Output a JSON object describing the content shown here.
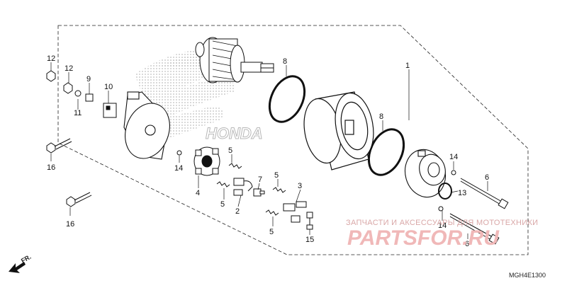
{
  "diagram_code": "MGH4E1300",
  "front_marker": "FR.",
  "watermark": {
    "line1": "ЗАПЧАСТИ И АКСЕССУАРЫ ДЛЯ МОТОТЕХНИКИ",
    "brand": "PARTSFOR.RU"
  },
  "logo_text": "HONDA",
  "callouts": [
    "1",
    "2",
    "3",
    "4",
    "5",
    "6",
    "7",
    "8",
    "9",
    "10",
    "11",
    "12",
    "13",
    "14",
    "15",
    "16"
  ],
  "colors": {
    "line": "#111111",
    "watermark": "#e8a0a0",
    "logo": "#c8c8c8"
  }
}
